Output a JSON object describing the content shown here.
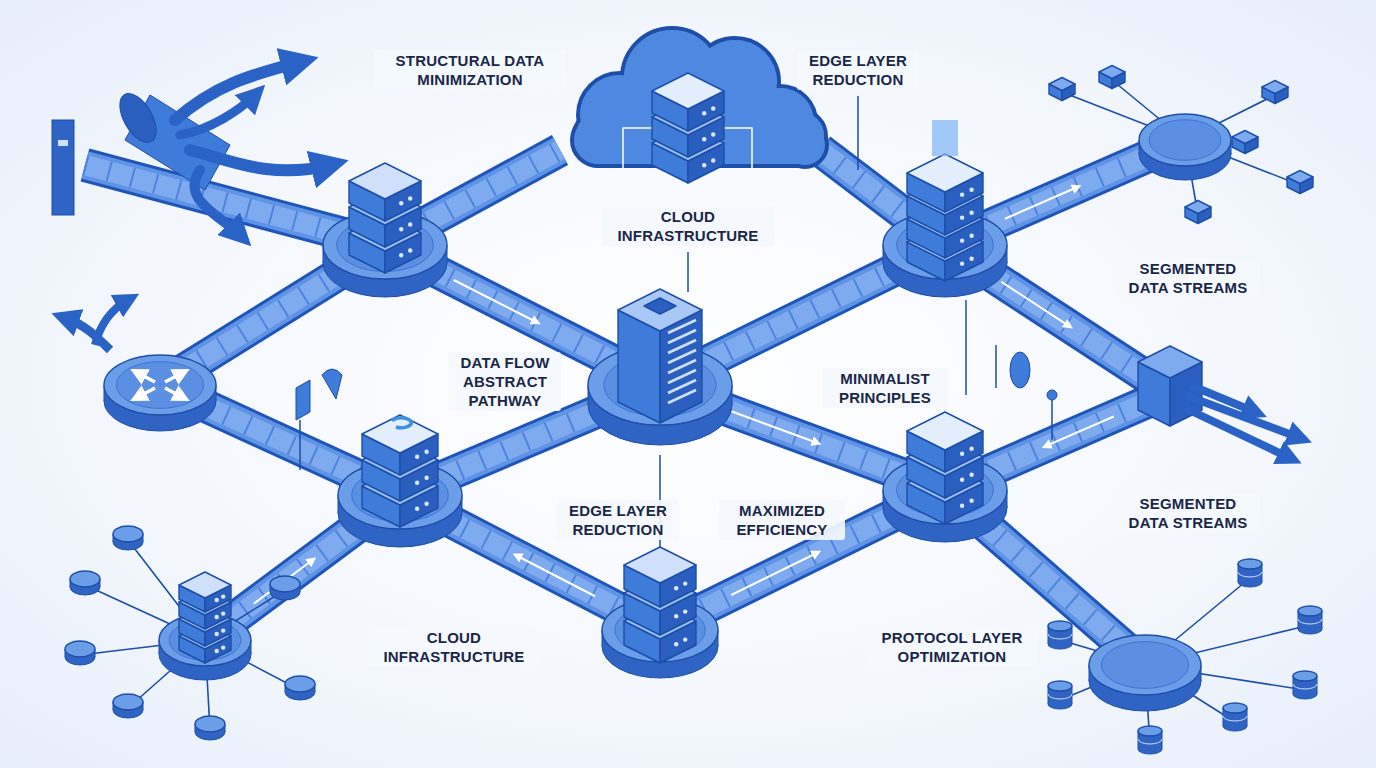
{
  "diagram": {
    "labels": [
      "STRUCTURAL DATA MINIMIZATION",
      "EDGE LAYER REDUCTION",
      "CLOUD INFRASTRUCTURE",
      "SEGMENTED DATA STREAMS",
      "DATA FLOW ABSTRACT PATHWAY",
      "MINIMALIST PRINCIPLES",
      "SEGMENTED DATA STREAMS",
      "EDGE LAYER REDUCTION",
      "MAXIMIZED EFFICIENCY",
      "CLOUD INFRASTRUCTURE",
      "PROTOCOL LAYER OPTIMIZATION"
    ]
  }
}
